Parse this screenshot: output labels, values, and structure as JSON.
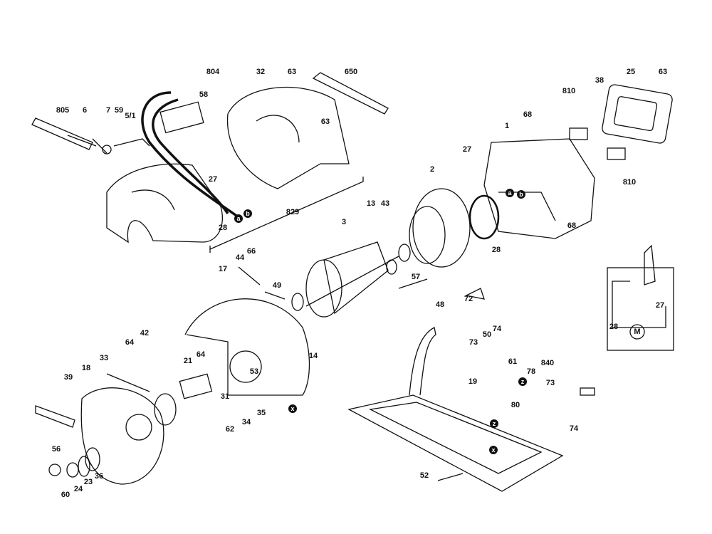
{
  "diagram": {
    "type": "exploded parts diagram - circular saw",
    "part_labels": [
      "804",
      "32",
      "63",
      "650",
      "25",
      "63",
      "58",
      "38",
      "810",
      "805",
      "6",
      "7",
      "59",
      "5/1",
      "68",
      "1",
      "63",
      "27",
      "2",
      "810",
      "27",
      "829",
      "28",
      "68",
      "13",
      "43",
      "3",
      "28",
      "44",
      "66",
      "17",
      "49",
      "57",
      "72",
      "48",
      "27",
      "28",
      "14",
      "50",
      "74",
      "73",
      "64",
      "42",
      "33",
      "18",
      "39",
      "21",
      "64",
      "53",
      "31",
      "62",
      "34",
      "35",
      "19",
      "61",
      "78",
      "840",
      "73",
      "80",
      "74",
      "56",
      "60",
      "24",
      "23",
      "36",
      "52"
    ],
    "wire_markers": [
      "a",
      "b",
      "a",
      "b"
    ],
    "ground_markers": [
      "x",
      "z",
      "z",
      "x"
    ],
    "inset_symbol": "M"
  }
}
